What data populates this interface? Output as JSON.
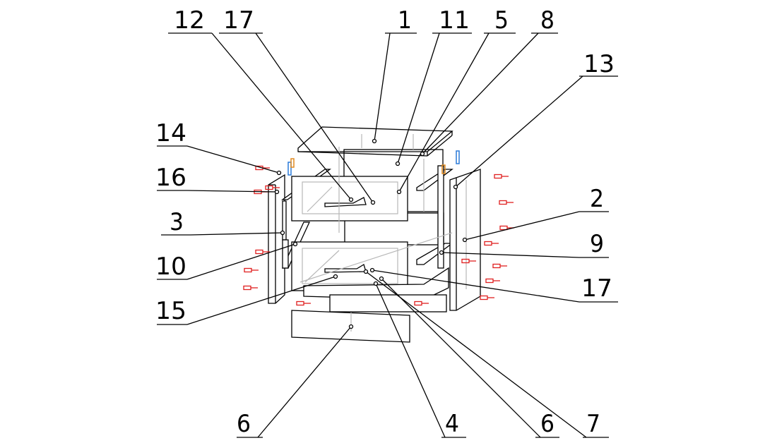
{
  "diagram": {
    "type": "exploded assembly drawing",
    "part_labels": [
      "12",
      "17",
      "1",
      "11",
      "5",
      "8",
      "13",
      "14",
      "16",
      "3",
      "10",
      "15",
      "2",
      "9",
      "17",
      "6",
      "4",
      "6",
      "7"
    ]
  },
  "colors": {
    "line": "#000000",
    "hidden": "#b8b8b8",
    "screws": "#e02020",
    "hinges": "#2a7ad8",
    "pins": "#e08a20"
  }
}
